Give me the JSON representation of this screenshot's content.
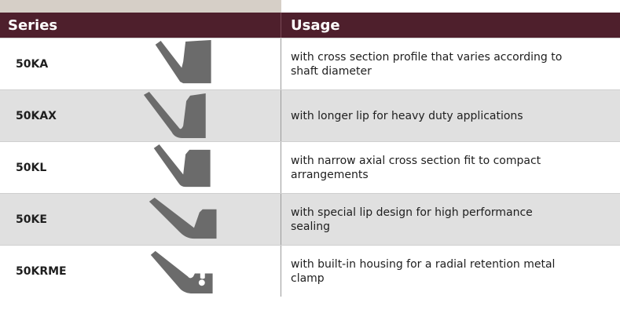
{
  "header": {
    "series_label": "Series",
    "usage_label": "Usage"
  },
  "colors": {
    "header_bg": "#4e1f2c",
    "alt_row_bg": "#e0e0e0",
    "profile_fill": "#6b6b6b"
  },
  "rows": [
    {
      "series": "50KA",
      "usage": "with cross section profile that varies according to shaft diameter",
      "profile_icon": "seal-profile-icon"
    },
    {
      "series": "50KAX",
      "usage": "with longer lip for heavy duty applications",
      "profile_icon": "seal-profile-icon"
    },
    {
      "series": "50KL",
      "usage": "with narrow axial cross section fit to compact arrangements",
      "profile_icon": "seal-profile-icon"
    },
    {
      "series": "50KE",
      "usage": "with special lip design for high performance sealing",
      "profile_icon": "seal-profile-icon"
    },
    {
      "series": "50KRME",
      "usage": "with built-in housing for a radial retention metal clamp",
      "profile_icon": "seal-profile-icon"
    }
  ]
}
